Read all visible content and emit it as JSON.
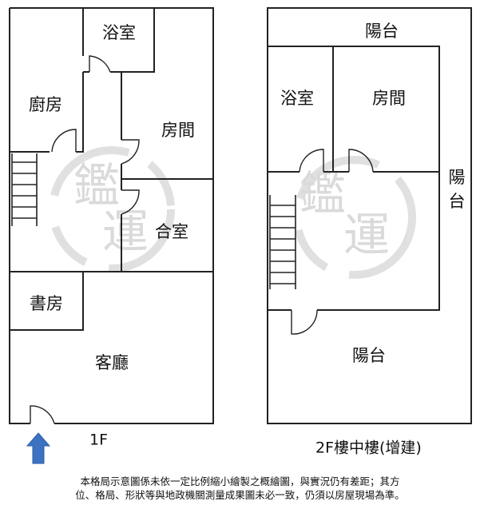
{
  "floor1": {
    "level_label": "1F",
    "rooms": {
      "bathroom": "浴室",
      "kitchen": "廚房",
      "bedroom": "房間",
      "combined_room": "合室",
      "study": "書房",
      "living_room": "客廳"
    }
  },
  "floor2": {
    "level_label": "2F樓中樓(增建)",
    "rooms": {
      "balcony_top": "陽台",
      "bathroom": "浴室",
      "bedroom": "房間",
      "balcony_right": "陽\n台",
      "balcony_bottom": "陽台"
    }
  },
  "watermark": {
    "text_char1": "鑑",
    "text_char2": "運"
  },
  "disclaimer": {
    "line1": "本格局示意圖係未依一定比例縮小繪製之概繪圖，與實況仍有差距；其方",
    "line2": "位、格局、形狀等與地政機關測量成果圖未必一致，仍須以房屋現場為準。"
  },
  "colors": {
    "wall": "#222222",
    "entry_arrow": "#3c72c0",
    "watermark": "#bcbcbc"
  }
}
